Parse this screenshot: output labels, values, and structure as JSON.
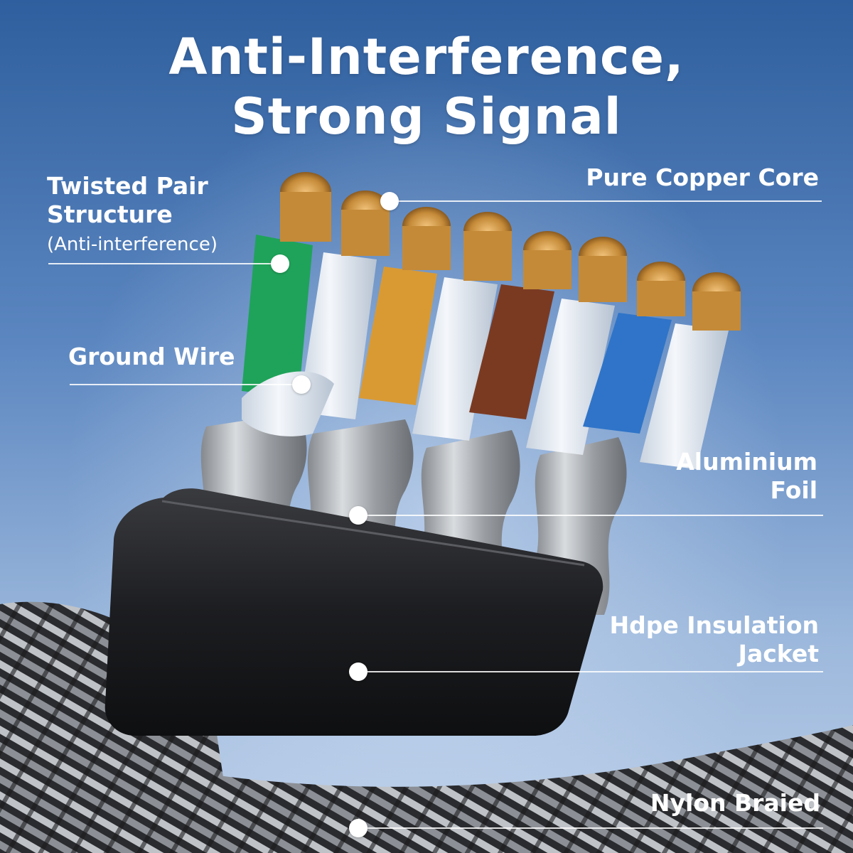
{
  "title": {
    "line1": "Anti-Interference,",
    "line2": "Strong Signal"
  },
  "labels": {
    "twisted_pair": {
      "line1": "Twisted Pair",
      "line2": "Structure",
      "note": "(Anti-interference)"
    },
    "pure_copper_core": "Pure Copper Core",
    "ground_wire": "Ground Wire",
    "aluminium_foil": {
      "line1": "Aluminium",
      "line2": "Foil"
    },
    "hdpe_jacket": {
      "line1": "Hdpe Insulation",
      "line2": "Jacket"
    },
    "nylon_braided": "Nylon Braied"
  },
  "colors": {
    "background_top": "#2f5f9e",
    "background_bottom": "#b9cde8",
    "text": "#ffffff",
    "wire_green": "#1fa35a",
    "wire_orange": "#d99a34",
    "wire_brown": "#7a3a22",
    "wire_blue": "#2f74c8",
    "wire_white": "#e8eef6",
    "copper": "#c9923e",
    "foil": "#a9adb2",
    "jacket": "#1e1f22"
  }
}
